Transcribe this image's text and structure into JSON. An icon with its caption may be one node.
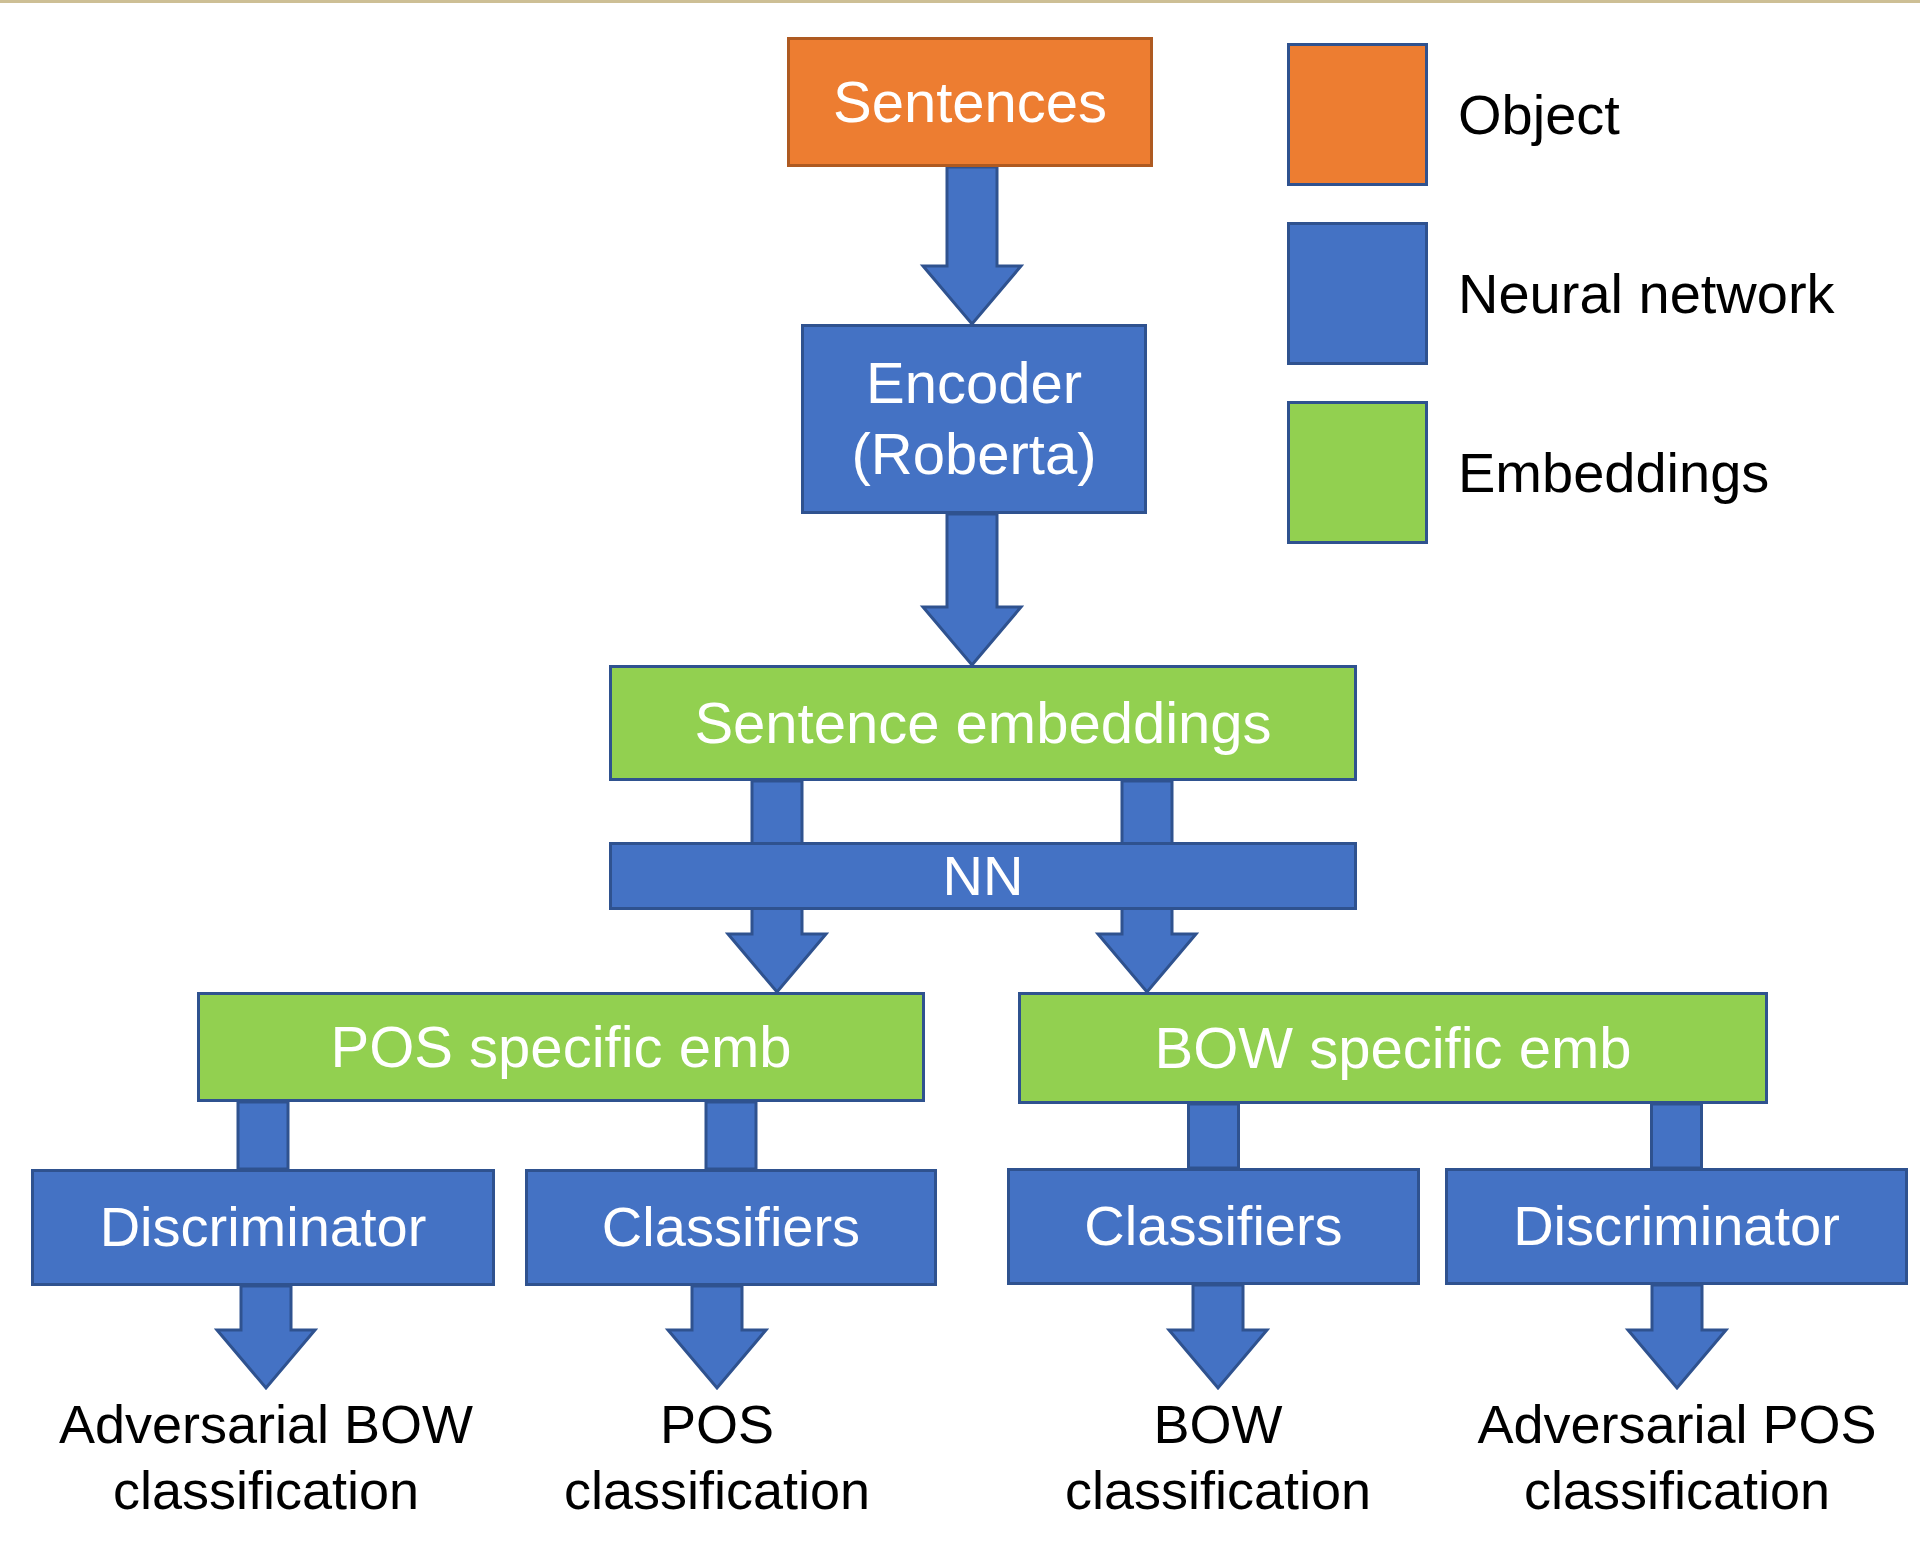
{
  "diagram": {
    "nodes": [
      {
        "text": [
          "Sentences"
        ]
      },
      {
        "text": [
          "Encoder (Roberta)"
        ]
      },
      {
        "text": [
          "Sentence embeddings"
        ]
      },
      {
        "text": [
          "NN"
        ]
      },
      {
        "text": [
          "POS specific emb"
        ]
      },
      {
        "text": [
          "BOW specific emb"
        ]
      },
      {
        "text": [
          "Discriminator"
        ]
      },
      {
        "text": [
          "Classifiers"
        ]
      },
      {
        "text": [
          "Classifiers"
        ]
      },
      {
        "text": [
          "Discriminator"
        ]
      },
      {
        "text": [
          "Adversarial BOW classification"
        ]
      },
      {
        "text": [
          "POS classification"
        ]
      },
      {
        "text": [
          "BOW classification"
        ]
      },
      {
        "text": [
          "Adversarial POS classification"
        ]
      }
    ],
    "edges": [
      {
        "from": 0,
        "to": 1,
        "arrow": "to"
      },
      {
        "from": 1,
        "to": 2,
        "arrow": "to"
      },
      {
        "from": 2,
        "to": 4,
        "arrow": "to"
      },
      {
        "from": 2,
        "to": 5,
        "arrow": "to"
      },
      {
        "from": 4,
        "to": 6,
        "arrow": "none"
      },
      {
        "from": 4,
        "to": 7,
        "arrow": "none"
      },
      {
        "from": 5,
        "to": 8,
        "arrow": "none"
      },
      {
        "from": 5,
        "to": 9,
        "arrow": "none"
      },
      {
        "from": 6,
        "to": 10,
        "arrow": "to"
      },
      {
        "from": 7,
        "to": 11,
        "arrow": "to"
      },
      {
        "from": 8,
        "to": 12,
        "arrow": "to"
      },
      {
        "from": 9,
        "to": 13,
        "arrow": "to"
      }
    ],
    "legend": [
      {
        "text": "Object",
        "color": "#ed7d31"
      },
      {
        "text": "Neural network",
        "color": "#4472c4"
      },
      {
        "text": "Embeddings",
        "color": "#92d050"
      }
    ]
  }
}
